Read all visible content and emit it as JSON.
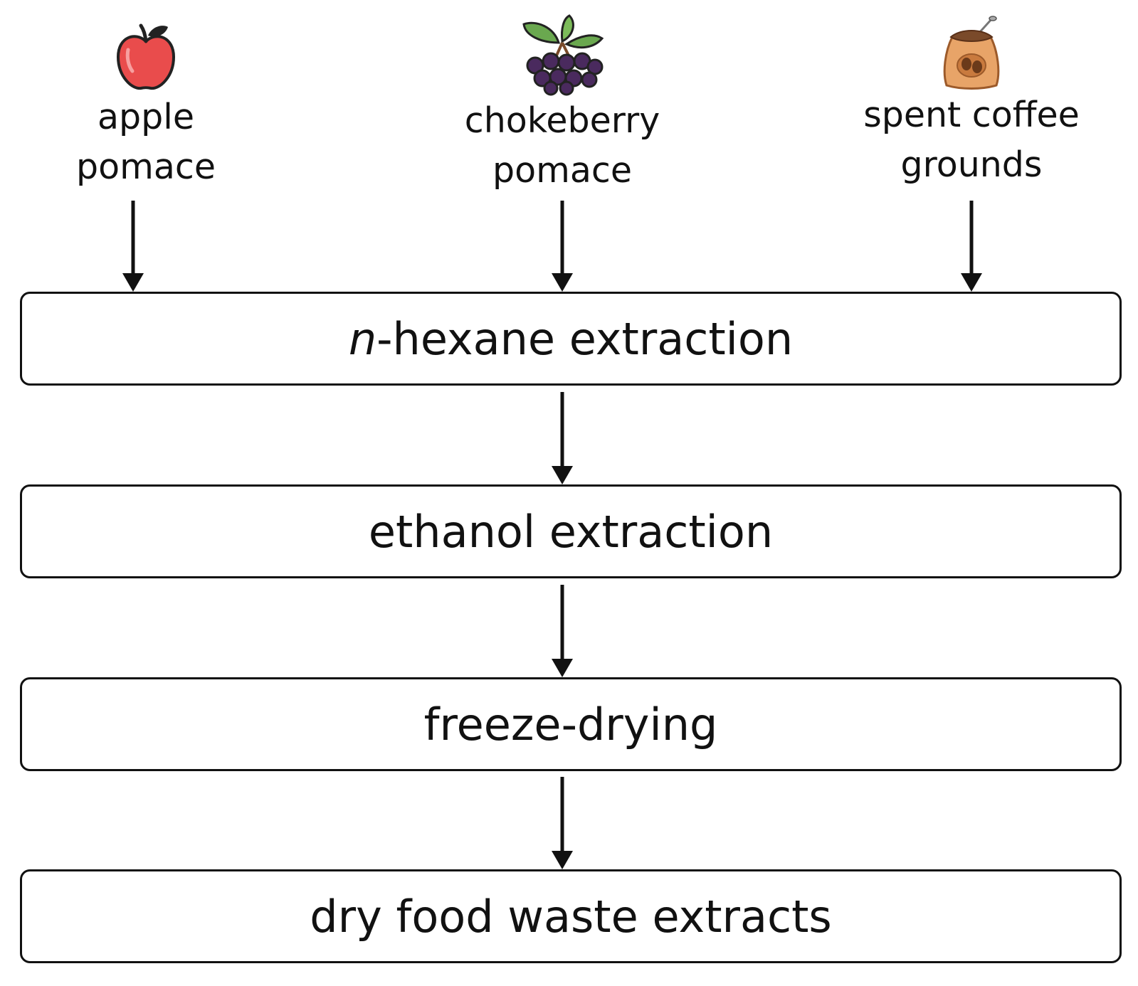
{
  "sources": [
    {
      "line1": "apple",
      "line2": "pomace",
      "icon": "apple-icon"
    },
    {
      "line1": "chokeberry",
      "line2": "pomace",
      "icon": "chokeberry-icon"
    },
    {
      "line1": "spent coffee",
      "line2": "grounds",
      "icon": "coffee-sack-icon"
    }
  ],
  "steps": {
    "hexane_prefix": "n",
    "hexane_rest": "-hexane extraction",
    "ethanol": "ethanol extraction",
    "freeze": "freeze-drying",
    "final": "dry food waste extracts"
  }
}
